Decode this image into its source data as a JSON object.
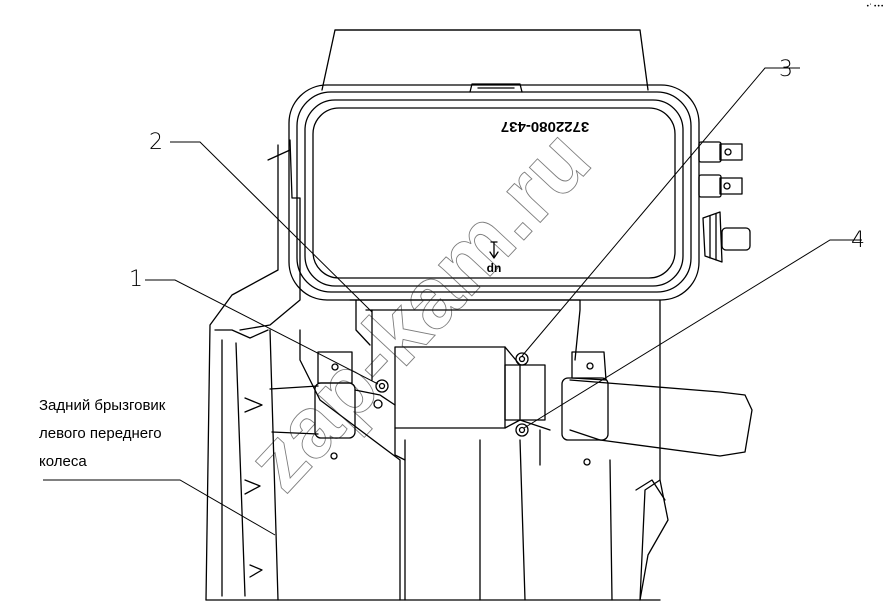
{
  "callouts": {
    "c1": "1",
    "c2": "2",
    "c3": "3",
    "c4": "4"
  },
  "caption": {
    "line1": "Задний брызговик",
    "line2": "левого переднего",
    "line3": "колеса"
  },
  "part_number": "3722080-437",
  "dn_label": "dn",
  "watermark": "zap-kam.ru",
  "corner_mark": "•’ •••"
}
